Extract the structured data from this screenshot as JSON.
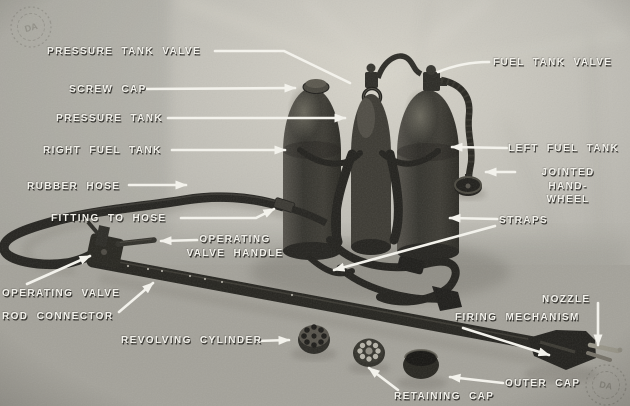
{
  "figure": {
    "type": "labeled-photograph",
    "subject": "Portable flamethrower apparatus with tanks, hose, lance and firing mechanism, parts labeled"
  },
  "labels": {
    "pressure_tank_valve": "PRESSURE TANK VALVE",
    "screw_cap": "SCREW CAP",
    "pressure_tank": "PRESSURE TANK",
    "right_fuel_tank": "RIGHT FUEL TANK",
    "rubber_hose": "RUBBER HOSE",
    "fitting_to_hose": "FITTING TO HOSE",
    "operating_valve_handle": "OPERATING\nVALVE HANDLE",
    "operating_valve": "OPERATING VALVE",
    "rod_connector": "ROD CONNECTOR",
    "revolving_cylinder": "REVOLVING CYLINDER",
    "fuel_tank_valve": "FUEL TANK VALVE",
    "left_fuel_tank": "LEFT FUEL TANK",
    "jointed_hand_wheel": "JOINTED HAND-\nWHEEL",
    "straps": "STRAPS",
    "nozzle": "NOZZLE",
    "firing_mechanism": "FIRING MECHANISM",
    "outer_cap": "OUTER CAP",
    "retaining_cap": "RETAINING CAP"
  },
  "stamps": {
    "center_text": "DA"
  },
  "colors": {
    "background": "#b4b2ab",
    "label_text": "#f3f2ec",
    "leader_line": "#f3f2ec",
    "photo_dark": "#23221e",
    "stamp": "#6f6d64"
  }
}
